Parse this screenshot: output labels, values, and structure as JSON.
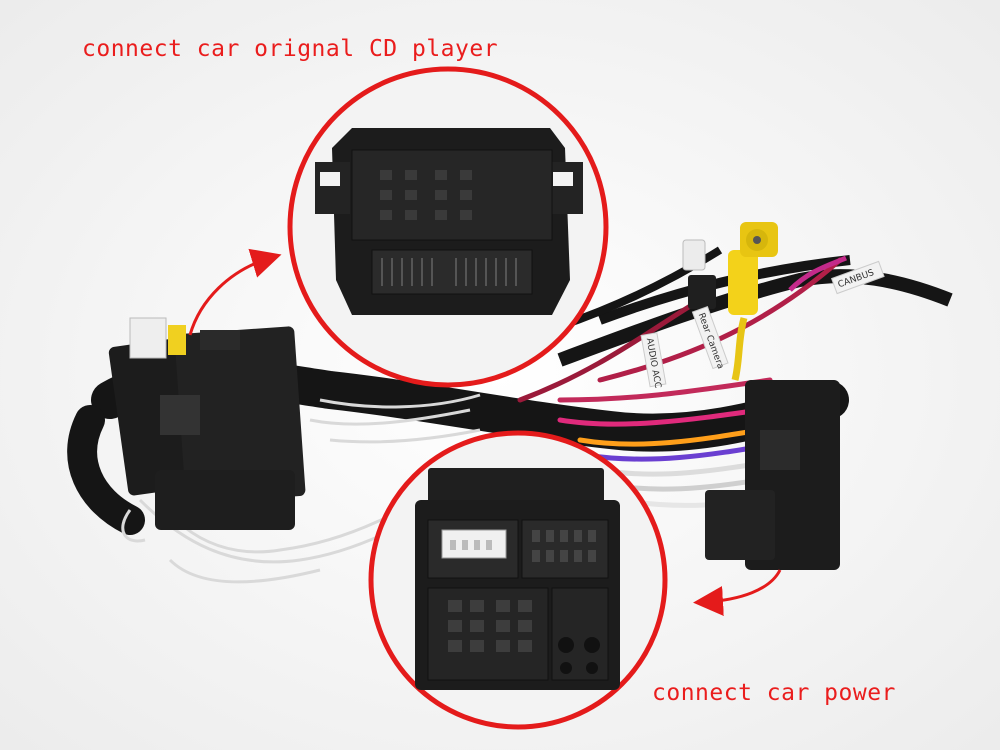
{
  "captions": {
    "top": "connect car orignal CD player",
    "bottom": "connect car power"
  },
  "wire_tags": [
    "AUDIO ACC",
    "Rear Camera",
    "CANBUS"
  ],
  "colors": {
    "caption": "#ea1d1d",
    "circle_outline": "#e41b1b",
    "connector_body": "#1c1c1c",
    "rca_yellow": "#f3d21a",
    "sleeve": "#151515"
  },
  "icons": [
    "left-arrow-icon",
    "right-arrow-icon"
  ]
}
